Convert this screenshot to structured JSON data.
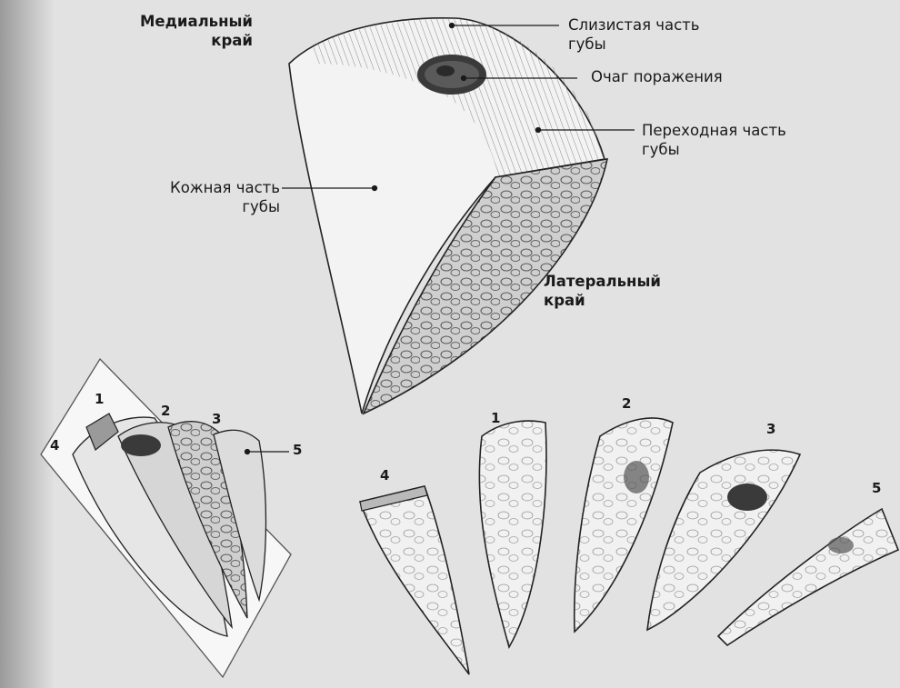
{
  "labels": {
    "medial_edge": [
      "Медиальный",
      "край"
    ],
    "lateral_edge": [
      "Латеральный",
      "край"
    ],
    "mucous_part": [
      "Слизистая часть",
      "губы"
    ],
    "lesion": "Очаг поражения",
    "transitional_part": [
      "Переходная часть",
      "губы"
    ],
    "skin_part": [
      "Кожная часть",
      "губы"
    ]
  },
  "section_numbers": {
    "assembled": [
      "1",
      "2",
      "3",
      "4",
      "5"
    ],
    "separated": [
      "4",
      "1",
      "2",
      "3",
      "5"
    ]
  },
  "colors": {
    "paper": "#e2e2e2",
    "ink": "#1a1a1a",
    "tissue_fill": "#efefef",
    "cut_fill": "#bdbdbd",
    "lesion": "#3a3a3a"
  }
}
